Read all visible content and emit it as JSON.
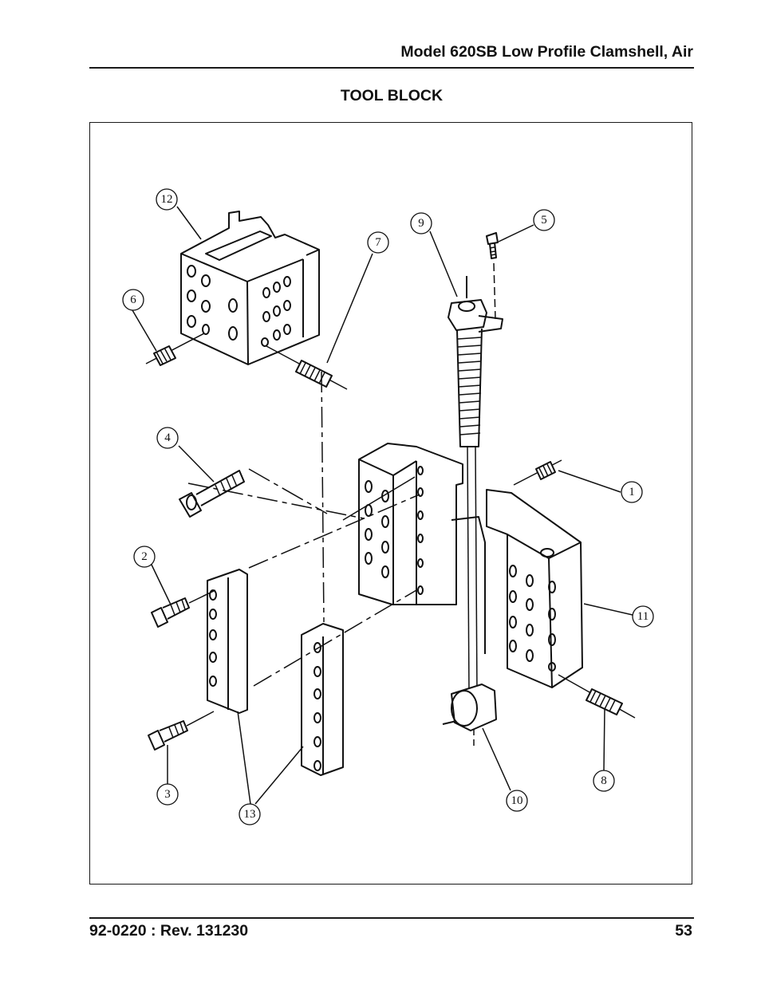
{
  "header": {
    "title": "Model 620SB Low Profile Clamshell, Air"
  },
  "section": {
    "title": "TOOL BLOCK"
  },
  "figure": {
    "callouts": [
      "1",
      "2",
      "3",
      "4",
      "5",
      "6",
      "7",
      "8",
      "9",
      "10",
      "11",
      "12",
      "13"
    ]
  },
  "footer": {
    "doc_id": "92-0220 : Rev. 131230",
    "page_number": "53"
  }
}
